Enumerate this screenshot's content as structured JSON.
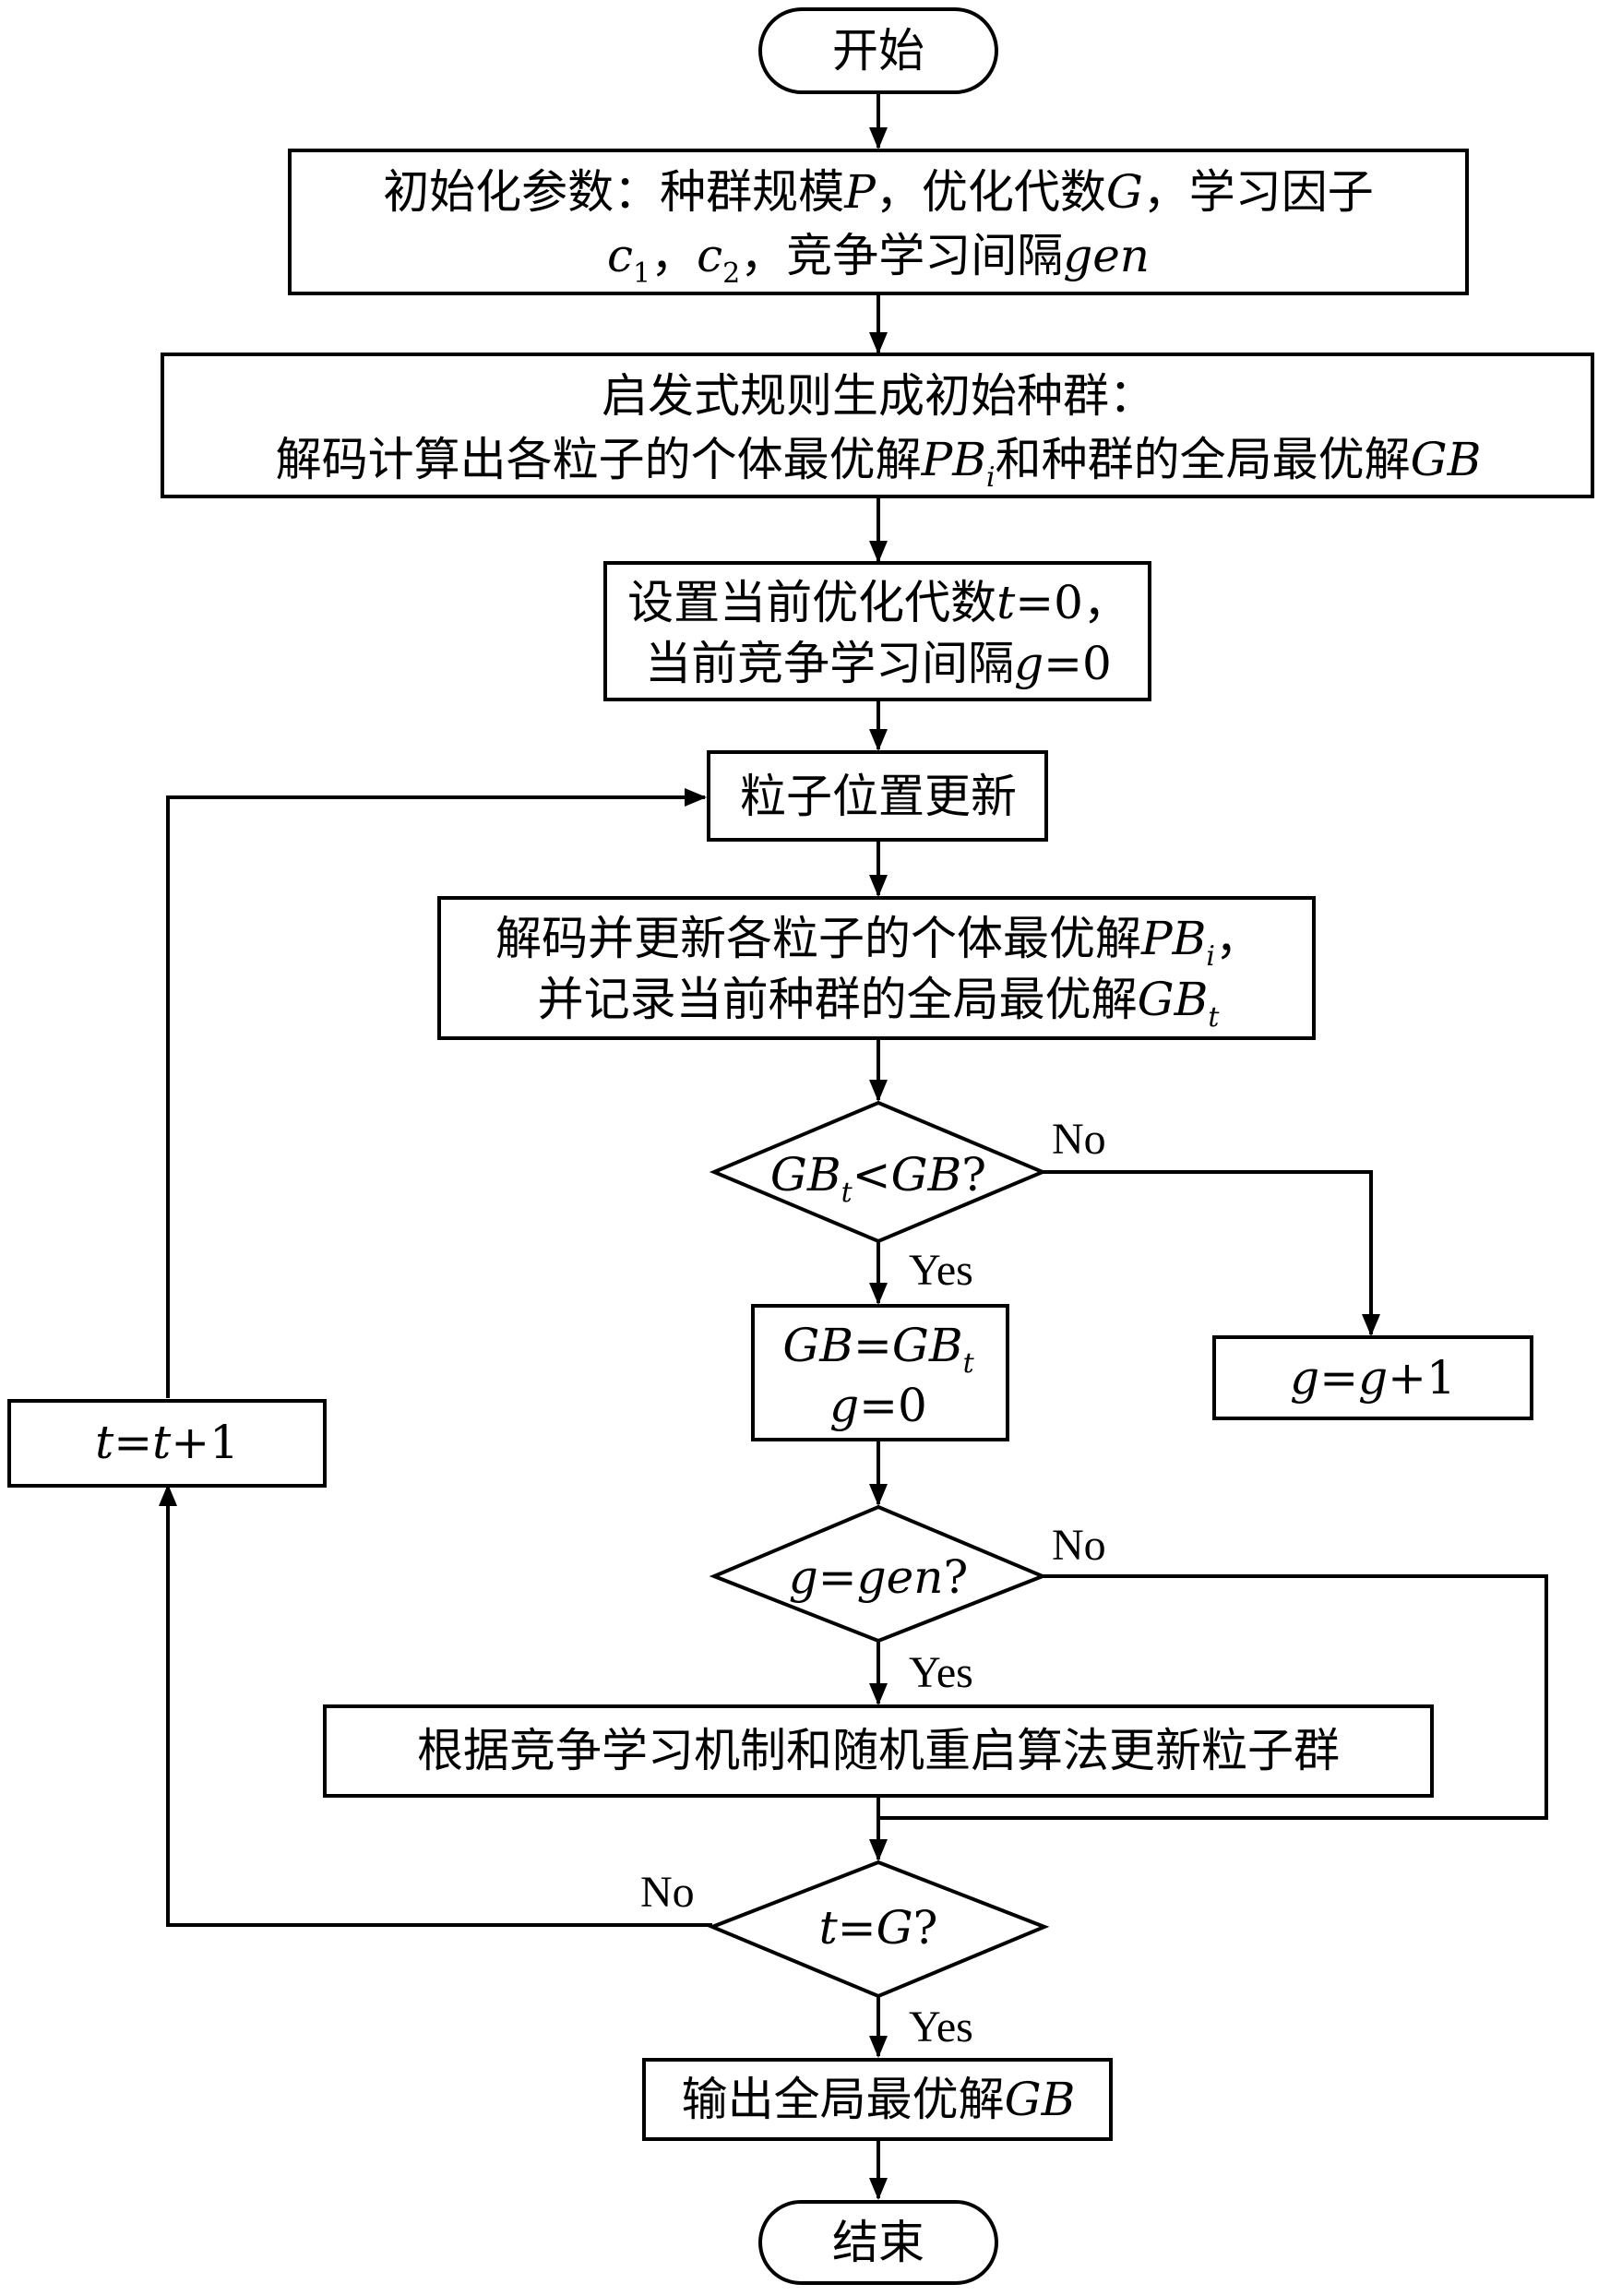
{
  "nodes": {
    "start": {
      "text": "开始"
    },
    "init": {
      "line1_a": "初始化参数：种群规模",
      "line1_P": "P",
      "line1_b": "，优化代数",
      "line1_G": "G",
      "line1_c": "，学习因子",
      "line2_c": "c",
      "line2_1": "1",
      "line2_sep": "，",
      "line2_c2": "c",
      "line2_2": "2",
      "line2_a": "，竞争学习间隔",
      "line2_gen": "gen"
    },
    "heuristic": {
      "line1": "启发式规则生成初始种群：",
      "line2_a": "解码计算出各粒子的个体最优解",
      "line2_PB": "PB",
      "line2_i": "i",
      "line2_b": "和种群的全局最优解",
      "line2_GB": "GB"
    },
    "set": {
      "line1_a": "设置当前优化代数",
      "line1_t": "t",
      "line1_b": "=0，",
      "line2_a": "当前竞争学习间隔",
      "line2_g": "g",
      "line2_b": "=0"
    },
    "update_pos": {
      "text": "粒子位置更新"
    },
    "decode": {
      "line1_a": "解码并更新各粒子的个体最优解",
      "line1_PB": "PB",
      "line1_i": "i",
      "line1_b": "，",
      "line2_a": "并记录当前种群的全局最优解",
      "line2_GB": "GB",
      "line2_t": "t"
    },
    "d1": {
      "GB": "GB",
      "t": "t",
      "lt": "<",
      "GB2": "GB",
      "q": "?"
    },
    "assign": {
      "line1_GB": "GB",
      "line1_eq": "=",
      "line1_GB2": "GB",
      "line1_t": "t",
      "line2_g": "g",
      "line2_b": "=0"
    },
    "ginc": {
      "g": "g",
      "eq": "=",
      "g2": "g",
      "plus": "+1"
    },
    "d2": {
      "g": "g",
      "eq": "=",
      "gen": "gen",
      "q": "?"
    },
    "update_swarm": {
      "text": "根据竞争学习机制和随机重启算法更新粒子群"
    },
    "d3": {
      "t": "t",
      "eq": "=",
      "G": "G",
      "q": "?"
    },
    "tinc": {
      "t": "t",
      "eq": "=",
      "t2": "t",
      "plus": "+1"
    },
    "output": {
      "a": "输出全局最优解",
      "GB": "GB"
    },
    "end": {
      "text": "结束"
    }
  },
  "labels": {
    "d1_yes": "Yes",
    "d1_no": "No",
    "d2_yes": "Yes",
    "d2_no": "No",
    "d3_yes": "Yes",
    "d3_no": "No"
  }
}
